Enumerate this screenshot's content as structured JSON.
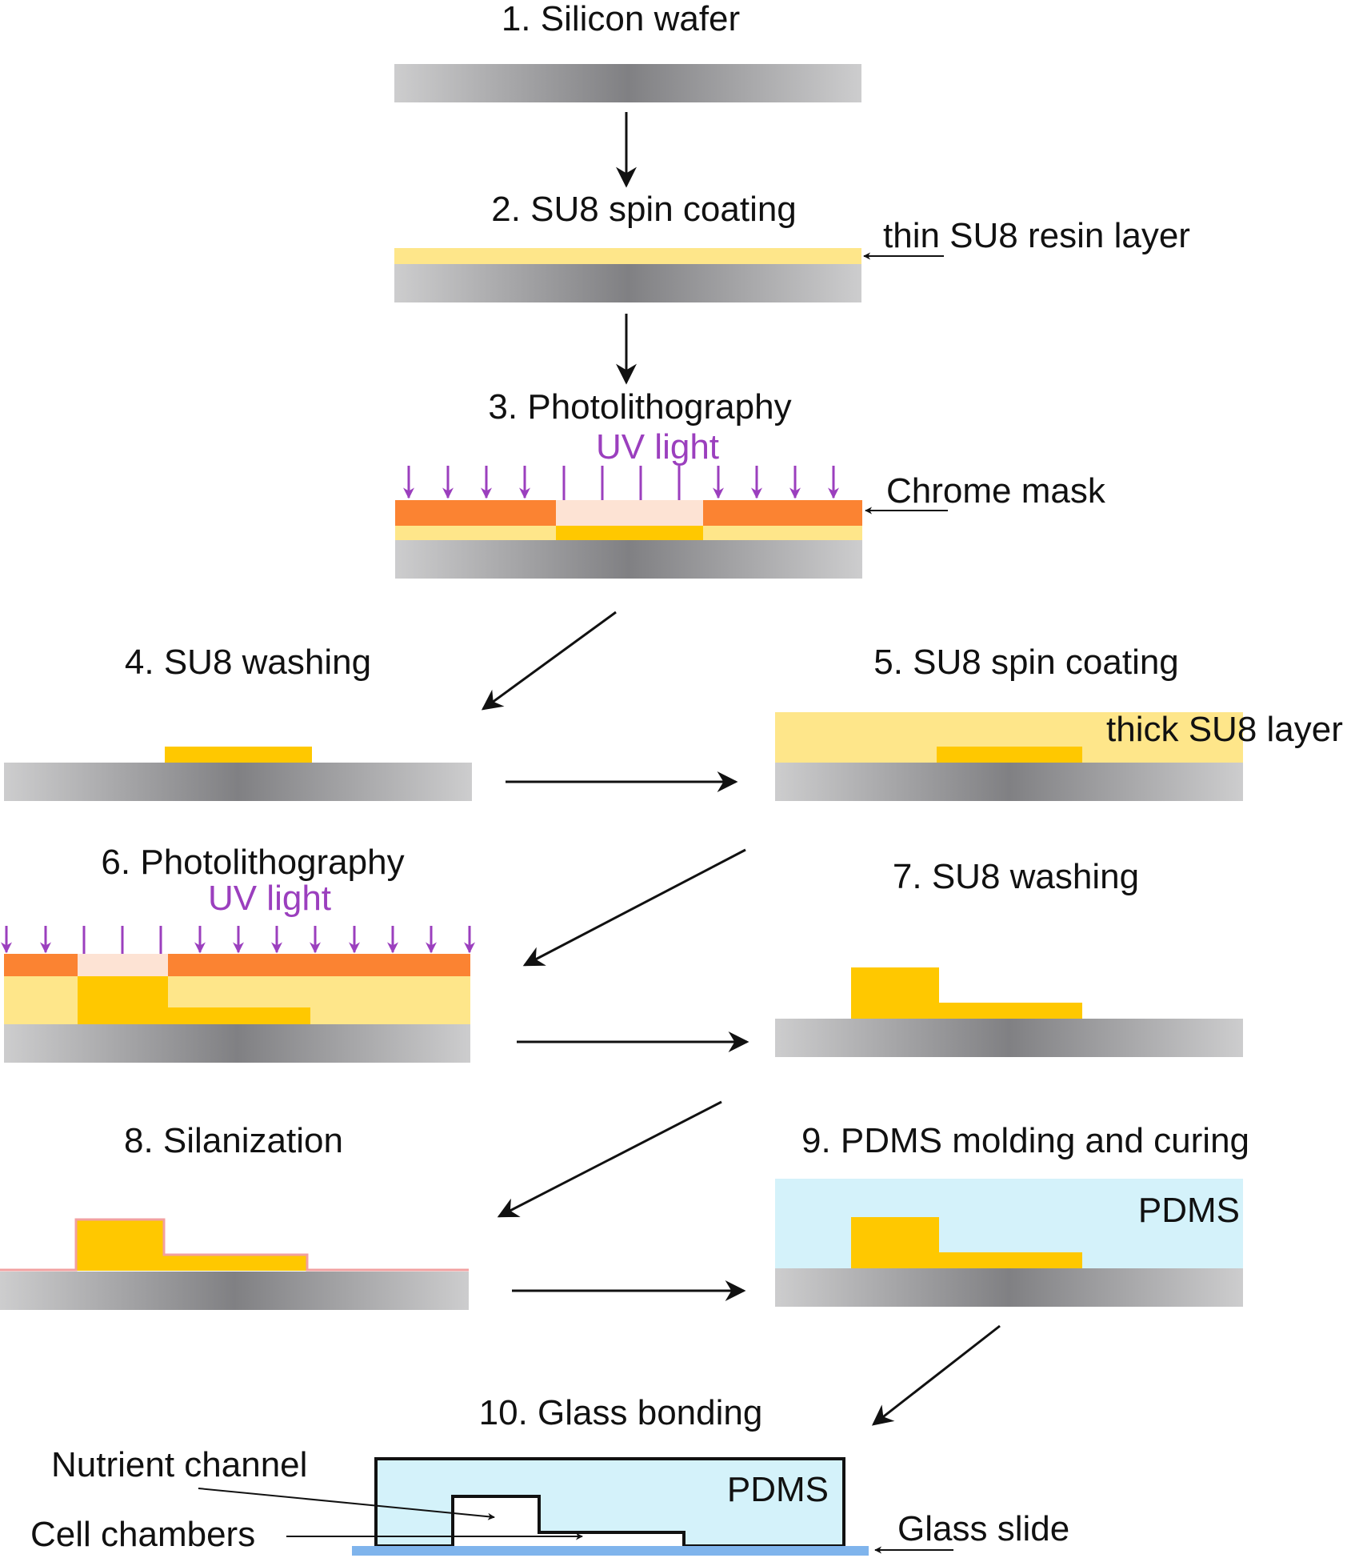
{
  "colors": {
    "su8_thin": "#FEE68A",
    "su8_thick": "#FFC800",
    "mask": "#FB8332",
    "mask_open": "#FDE3D4",
    "uv": "#9B3FBE",
    "pdms": "#D4F2FA",
    "glass": "#7FB4EC",
    "wafer_edge": "#CDCDCE",
    "wafer_center": "#808083",
    "silane": "#F2A0A0",
    "text": "#111111"
  },
  "steps": {
    "s1": "1. Silicon wafer",
    "s2": "2. SU8 spin coating",
    "s3": "3. Photolithography",
    "s4": "4. SU8 washing",
    "s5": "5. SU8 spin coating",
    "s6": "6. Photolithography",
    "s7": "7. SU8 washing",
    "s8": "8. Silanization",
    "s9": "9. PDMS molding and curing",
    "s10": "10. Glass bonding"
  },
  "labels": {
    "thin_su8": "thin SU8 resin layer",
    "uv_light": "UV light",
    "chrome_mask": "Chrome mask",
    "thick_su8": "thick SU8 layer",
    "pdms": "PDMS",
    "nutrient_channel": "Nutrient channel",
    "cell_chambers": "Cell chambers",
    "glass_slide": "Glass slide"
  }
}
